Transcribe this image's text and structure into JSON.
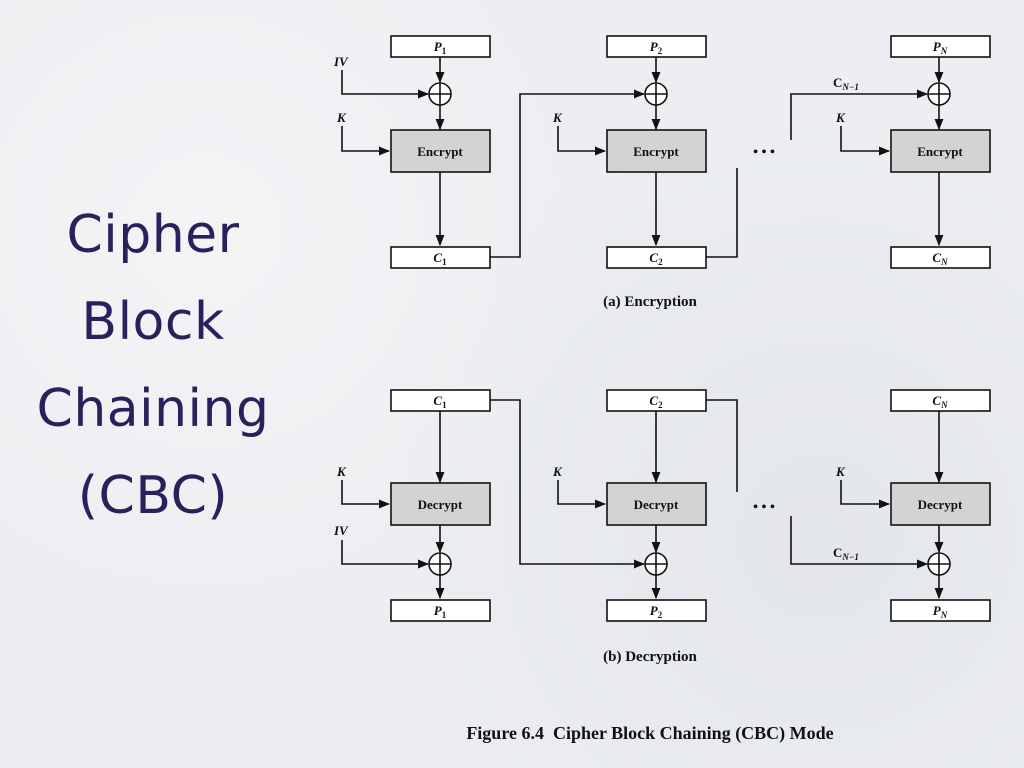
{
  "slide": {
    "title_lines": [
      "Cipher",
      "Block",
      "Chaining",
      "(CBC)"
    ]
  },
  "encryption": {
    "caption": "(a) Encryption",
    "iv_label": "IV",
    "key_label": "K",
    "block_label": "Encrypt",
    "chain_label": "C",
    "chain_sub": "N−1",
    "ellipsis": "• • •",
    "columns": [
      {
        "input_main": "P",
        "input_sub": "1",
        "output_main": "C",
        "output_sub": "1"
      },
      {
        "input_main": "P",
        "input_sub": "2",
        "output_main": "C",
        "output_sub": "2"
      },
      {
        "input_main": "P",
        "input_sub": "N",
        "output_main": "C",
        "output_sub": "N"
      }
    ]
  },
  "decryption": {
    "caption": "(b) Decryption",
    "iv_label": "IV",
    "key_label": "K",
    "block_label": "Decrypt",
    "chain_label": "C",
    "chain_sub": "N−1",
    "ellipsis": "• • •",
    "columns": [
      {
        "input_main": "C",
        "input_sub": "1",
        "output_main": "P",
        "output_sub": "1"
      },
      {
        "input_main": "C",
        "input_sub": "2",
        "output_main": "P",
        "output_sub": "2"
      },
      {
        "input_main": "C",
        "input_sub": "N",
        "output_main": "P",
        "output_sub": "N"
      }
    ]
  },
  "figure_caption": "Figure 6.4  Cipher Block Chaining (CBC) Mode",
  "colors": {
    "title": "#2d1f5c",
    "box_fill": "#ffffff",
    "cipher_fill": "#d3d3d3",
    "line": "#111111"
  }
}
